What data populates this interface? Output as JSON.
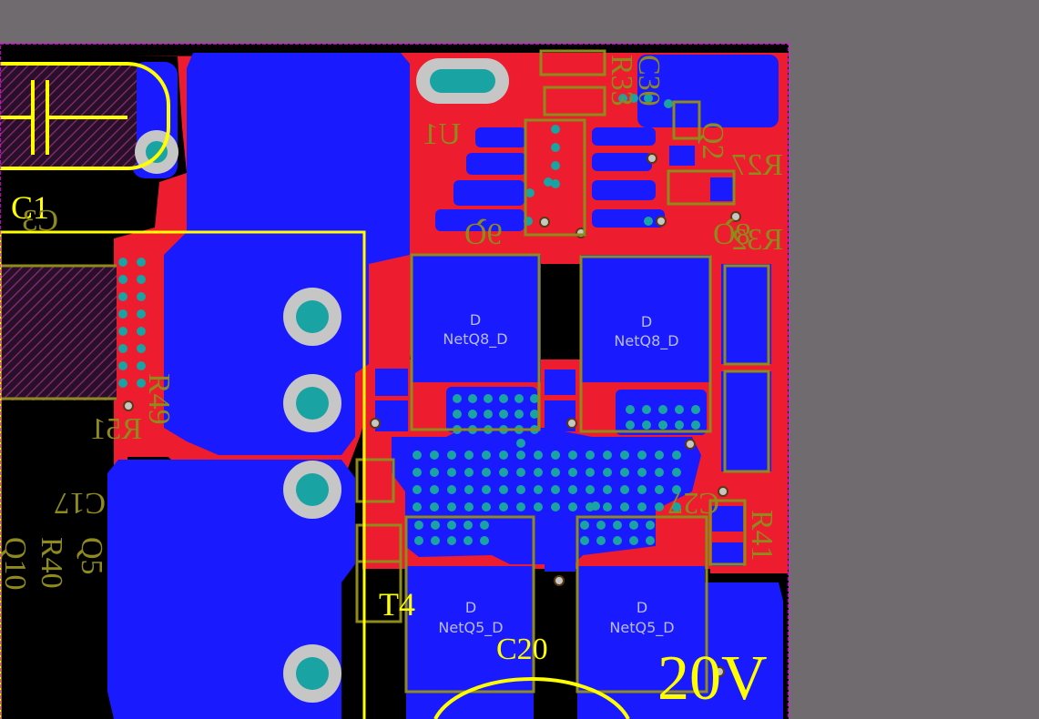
{
  "app": {
    "view": "PCB layout 2D"
  },
  "colors": {
    "canvas_bg": "#6f6b6e",
    "board_bg": "#000000",
    "top_copper": "#ed1c2e",
    "bottom_copper": "#1a1aff",
    "top_overlay": "#ffff00",
    "bottom_overlay": "#8f8a1c",
    "via": "#1aa3a3",
    "pad_hole": "#c6c6c6",
    "board_outline": "#ff00ff",
    "net_label": "#b9bde6"
  },
  "silkscreen": {
    "top": {
      "C1": "C1",
      "T4": "T4",
      "C20": "C20",
      "voltage": "20V"
    },
    "bottom": {
      "C3": "C3",
      "U1": "U1",
      "Q6": "Q6",
      "Q8": "Q8",
      "C30": "C30",
      "R33": "R33",
      "Q2": "Q2",
      "R27": "R27",
      "R32": "R32",
      "R49": "R49",
      "R51": "R51",
      "C17": "C17",
      "C27": "C27",
      "Q5": "Q5",
      "R40": "R40",
      "Q10": "Q10",
      "R41": "R41"
    }
  },
  "pads": {
    "q8_left": {
      "pin": "D",
      "net": "NetQ8_D"
    },
    "q8_right": {
      "pin": "D",
      "net": "NetQ8_D"
    },
    "q5_left": {
      "pin": "D",
      "net": "NetQ5_D"
    },
    "q5_right": {
      "pin": "D",
      "net": "NetQ5_D"
    }
  }
}
